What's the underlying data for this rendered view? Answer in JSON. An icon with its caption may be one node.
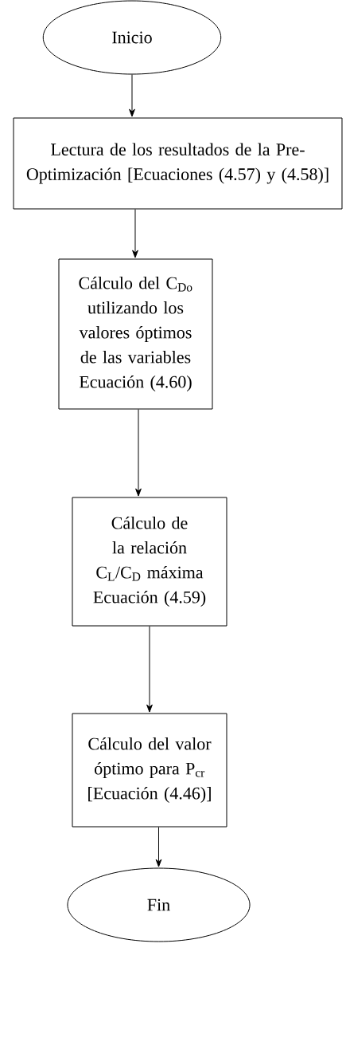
{
  "diagram": {
    "nodes": [
      {
        "text": [
          "Inicio"
        ]
      },
      {
        "text": [
          "Lectura de los resultados de la Pre-Optimización [Ecuaciones (4.57) y (4.58)]"
        ]
      },
      {
        "text": [
          "Cálculo del C$_{Do}$ utilizando los valores óptimos de las variables Ecuación (4.60)"
        ]
      },
      {
        "text": [
          "Cálculo de la relación C$_{L}$/C$_{D}$ máxima Ecuación (4.59)"
        ]
      },
      {
        "text": [
          "Cálculo del valor óptimo para P$_{cr}$ [Ecuación (4.46)]"
        ]
      },
      {
        "text": [
          "Fin"
        ]
      }
    ],
    "edges": [
      {
        "from": 0,
        "to": 1,
        "arrow": "to"
      },
      {
        "from": 1,
        "to": 2,
        "arrow": "to"
      },
      {
        "from": 2,
        "to": 3,
        "arrow": "to"
      },
      {
        "from": 3,
        "to": 4,
        "arrow": "to"
      },
      {
        "from": 4,
        "to": 5,
        "arrow": "to"
      }
    ]
  }
}
